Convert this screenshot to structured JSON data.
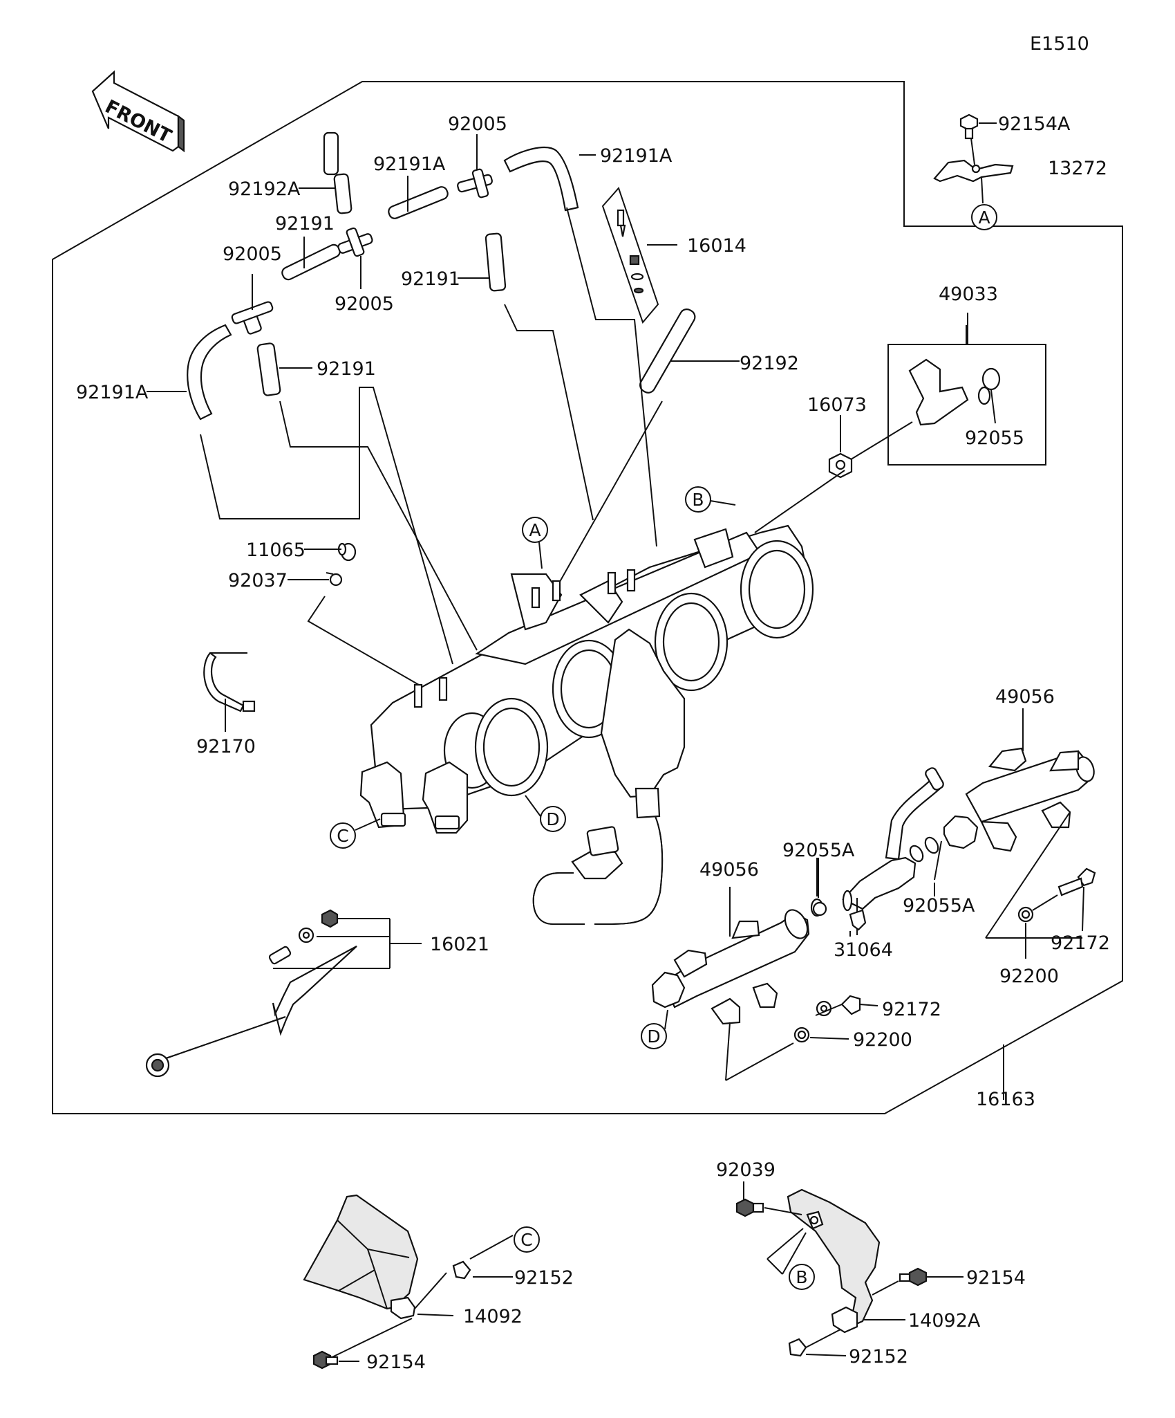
{
  "diagram_code": "E1510",
  "front_label": "FRONT",
  "labels": {
    "p92154A": "92154A",
    "p13272": "13272",
    "p92005_top": "92005",
    "p92191A_top": "92191A",
    "p92191A_mid": "92191A",
    "p92192A": "92192A",
    "p92191_a": "92191",
    "p92005_left": "92005",
    "p92005_mid": "92005",
    "p92191_b": "92191",
    "p16014": "16014",
    "p49033": "49033",
    "p92191A_left": "92191A",
    "p92191_c": "92191",
    "p92192": "92192",
    "p16073": "16073",
    "p92055": "92055",
    "p11065": "11065",
    "p92037": "92037",
    "p92170": "92170",
    "p49056_r": "49056",
    "p49056_l": "49056",
    "p92055A_l": "92055A",
    "p92055A_r": "92055A",
    "p31064": "31064",
    "p16021": "16021",
    "p92172_r": "92172",
    "p92200_r": "92200",
    "p92172_l": "92172",
    "p92200_l": "92200",
    "p16163": "16163",
    "p92039": "92039",
    "p92152_l": "92152",
    "p14092": "14092",
    "p92154_l": "92154",
    "p92154_r": "92154",
    "p14092A": "14092A",
    "p92152_r": "92152"
  },
  "refs": {
    "a": "A",
    "b": "B",
    "c": "C",
    "d": "D"
  }
}
